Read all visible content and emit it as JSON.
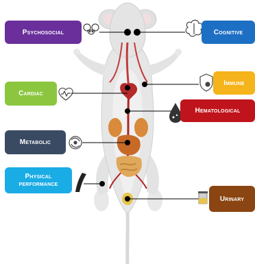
{
  "categories": [
    {
      "id": "psychosocial",
      "label": "Psychosocial",
      "color": "#6a2f9b",
      "icon": "mouse-head-icon"
    },
    {
      "id": "cognitive",
      "label": "Cognitive",
      "color": "#1d6fc4",
      "icon": "brain-icon"
    },
    {
      "id": "cardiac",
      "label": "Cardiac",
      "color": "#8cc63f",
      "icon": "heart-icon"
    },
    {
      "id": "immune",
      "label": "Immune",
      "color": "#f5b31c",
      "icon": "shield-virus-icon"
    },
    {
      "id": "hematological",
      "label": "Hematological",
      "color": "#c0141c",
      "icon": "blood-drop-icon"
    },
    {
      "id": "metabolic",
      "label": "Metabolic",
      "color": "#3a4a63",
      "icon": "metabolism-icon"
    },
    {
      "id": "physical_performance",
      "label_line1": "Physical",
      "label_line2": "performance",
      "color": "#1aace5",
      "icon": "muscle-icon"
    },
    {
      "id": "urinary",
      "label": "Urinary",
      "color": "#8a4512",
      "icon": "urine-cup-icon"
    }
  ]
}
